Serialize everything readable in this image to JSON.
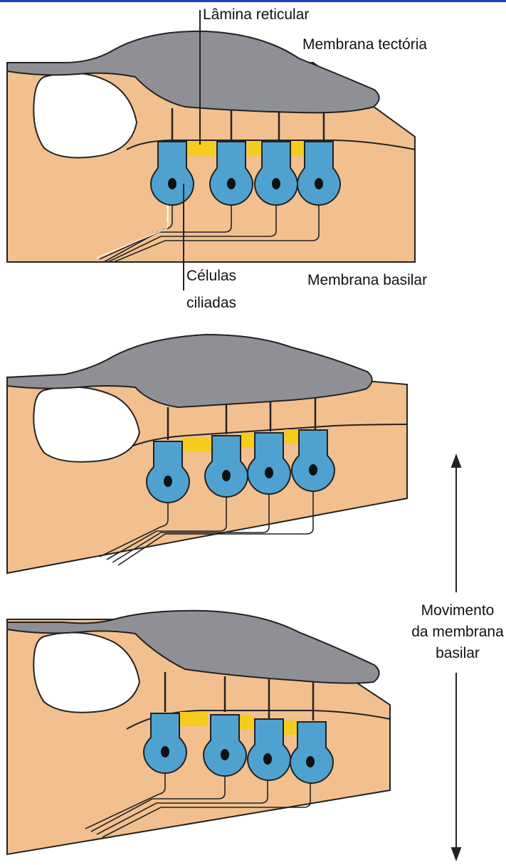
{
  "labels": {
    "lamina_reticular": "Lâmina reticular",
    "membrana_tectoria": "Membrana tectória",
    "celulas_ciliadas_line1": "Células",
    "celulas_ciliadas_line2": "ciliadas",
    "membrana_basilar": "Membrana basilar",
    "movimento_line1": "Movimento",
    "movimento_line2": "da membrana",
    "movimento_line3": "basilar"
  },
  "colors": {
    "tissue": "#f2c08e",
    "tissue_outline": "#222222",
    "tectorial": "#8e9096",
    "hair_cell": "#4fa2d0",
    "reticular": "#f5cb1e",
    "nucleus": "#111111",
    "background": "#ffffff"
  },
  "panels": [
    {
      "name": "panel-resting",
      "state": "repouso"
    },
    {
      "name": "panel-up",
      "state": "deslocada para cima"
    },
    {
      "name": "panel-down",
      "state": "deslocada para baixo"
    }
  ]
}
